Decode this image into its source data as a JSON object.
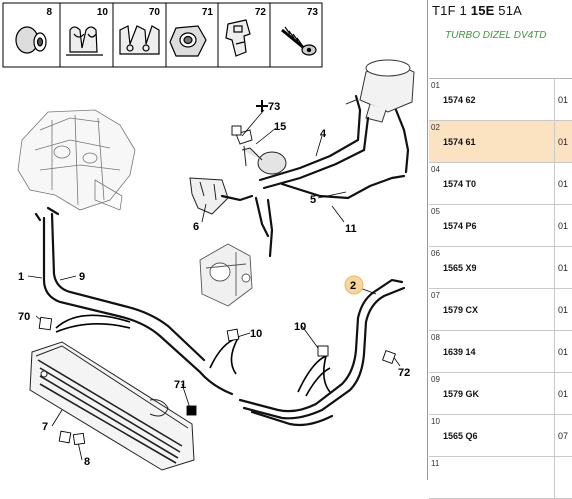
{
  "reference": {
    "prefix": "T1F 1 ",
    "bold": "15E",
    "suffix": " 51A"
  },
  "engine_label": "TURBO DIZEL DV4TD",
  "parts_strip": [
    {
      "num": "8",
      "icon": "grommet-icon"
    },
    {
      "num": "10",
      "icon": "double-clip-icon"
    },
    {
      "num": "70",
      "icon": "pipe-clip-icon"
    },
    {
      "num": "71",
      "icon": "nut-icon"
    },
    {
      "num": "72",
      "icon": "bracket-clip-icon"
    },
    {
      "num": "73",
      "icon": "screw-icon"
    }
  ],
  "callouts": [
    "73",
    "15",
    "4",
    "6",
    "5",
    "11",
    "1",
    "9",
    "2",
    "70",
    "10",
    "10",
    "72",
    "71",
    "7",
    "8"
  ],
  "parts": [
    {
      "idx": "01",
      "ref": "1574 62",
      "qty": "01"
    },
    {
      "idx": "02",
      "ref": "1574 61",
      "qty": "01",
      "selected": true
    },
    {
      "idx": "04",
      "ref": "1574 T0",
      "qty": "01"
    },
    {
      "idx": "05",
      "ref": "1574 P6",
      "qty": "01"
    },
    {
      "idx": "06",
      "ref": "1565 X9",
      "qty": "01"
    },
    {
      "idx": "07",
      "ref": "1579 CX",
      "qty": "01"
    },
    {
      "idx": "08",
      "ref": "1639 14",
      "qty": "01"
    },
    {
      "idx": "09",
      "ref": "1579 GK",
      "qty": "01"
    },
    {
      "idx": "10",
      "ref": "1565 Q6",
      "qty": "07"
    },
    {
      "idx": "11",
      "ref": "",
      "qty": ""
    }
  ],
  "colors": {
    "highlight_row": "#fbe3c2",
    "callout_badge": "#f6d79a",
    "engine_label": "#3a9a3a"
  }
}
